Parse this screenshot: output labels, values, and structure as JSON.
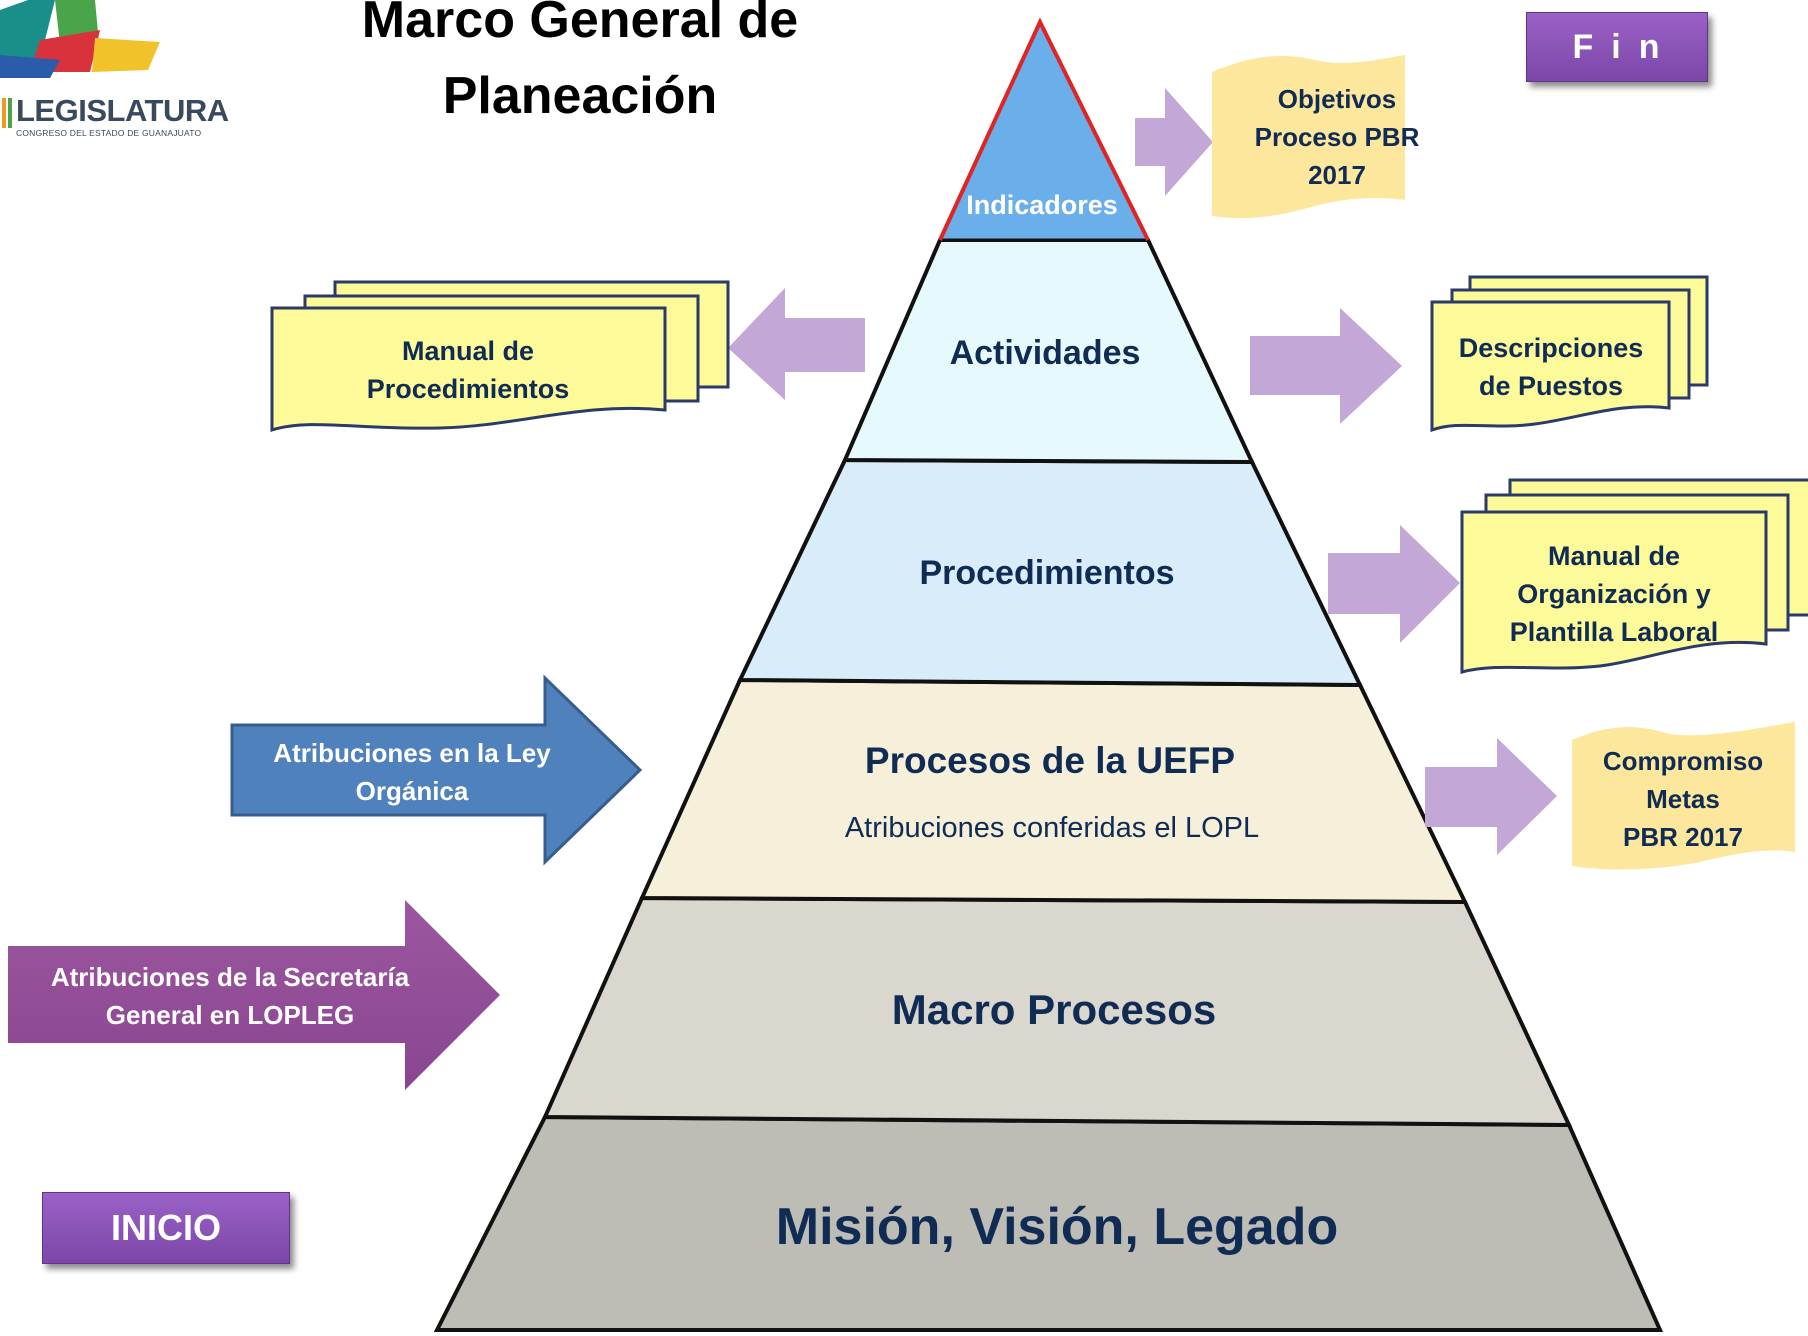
{
  "title": [
    "Marco General de",
    "Planeación"
  ],
  "logo": {
    "name": "LEGISLATURA",
    "subtitle": "CONGRESO DEL ESTADO DE GUANAJUATO"
  },
  "buttons": {
    "fin": "Fin",
    "inicio": "INICIO"
  },
  "pyramid": {
    "level_indicadores": "Indicadores",
    "level_actividades": "Actividades",
    "level_procedimientos": "Procedimientos",
    "level_procesos": "Procesos de la UEFP",
    "level_procesos_sub": "Atribuciones conferidas el LOPL",
    "level_macro": "Macro Procesos",
    "level_mision": "Misión, Visión, Legado"
  },
  "documents": {
    "objetivos": [
      "Objetivos",
      "Proceso PBR",
      "2017"
    ],
    "manual_procedimientos": [
      "Manual de",
      "Procedimientos"
    ],
    "descripciones": [
      "Descripciones",
      "de Puestos"
    ],
    "manual_organizacion": [
      "Manual de",
      "Organización y",
      "Plantilla Laboral"
    ],
    "compromiso": [
      "Compromiso",
      "Metas",
      "PBR 2017"
    ]
  },
  "inputs": {
    "ley_organica": [
      "Atribuciones en la Ley",
      "Orgánica"
    ],
    "secretaria": [
      "Atribuciones de la Secretaría",
      "General en LOPLEG"
    ]
  },
  "colors": {
    "indicadores": "#6aaeea",
    "actividades": "#e6fafd",
    "procedimientos": "#d8ecfa",
    "procesos": "#f6f0da",
    "macro": "#dad7cf",
    "mision": "#bebdb5",
    "doc_yellow": "#fdfa9a",
    "scroll_gold": "#fde79c",
    "arrow_lilac": "#c3a7d7",
    "arrow_blue": "#4f81bd",
    "arrow_purple": "#934c94",
    "text_navy": "#102c54",
    "button_purple": "#8a55b8"
  }
}
